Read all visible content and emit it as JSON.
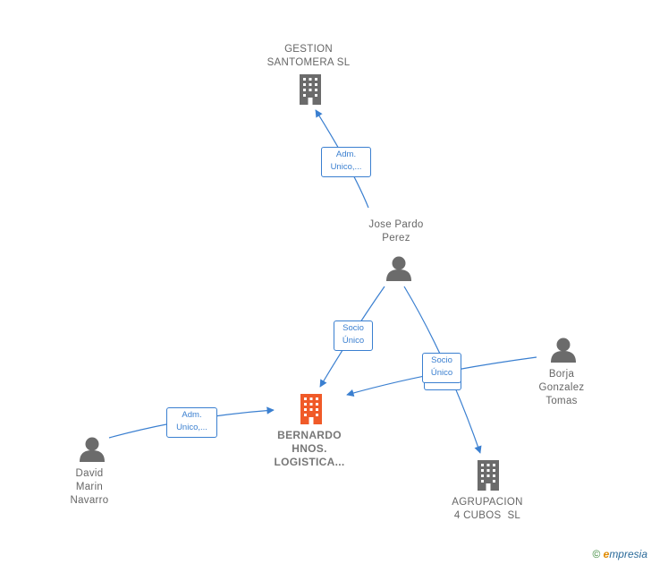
{
  "nodes": {
    "gestion": {
      "label_line1": "GESTION",
      "label_line2": "SANTOMERA SL",
      "type": "company",
      "color": "#6b6b6b"
    },
    "jose": {
      "label_line1": "Jose Pardo",
      "label_line2": "Perez",
      "type": "person",
      "color": "#6b6b6b"
    },
    "bernardo": {
      "label_line1": "BERNARDO",
      "label_line2": "HNOS.",
      "label_line3": "LOGISTICA...",
      "type": "company-main",
      "color": "#f05a28"
    },
    "borja": {
      "label_line1": "Borja",
      "label_line2": "Gonzalez",
      "label_line3": "Tomas",
      "type": "person",
      "color": "#6b6b6b"
    },
    "david": {
      "label_line1": "David",
      "label_line2": "Marin",
      "label_line3": "Navarro",
      "type": "person",
      "color": "#6b6b6b"
    },
    "agrupacion": {
      "label_line1": "AGRUPACION",
      "label_line2": "4 CUBOS  SL",
      "type": "company",
      "color": "#6b6b6b"
    }
  },
  "edges": {
    "jose_gestion": {
      "line1": "Adm.",
      "line2": "Unico,..."
    },
    "jose_bernardo": {
      "line1": "Socio",
      "line2": "Único"
    },
    "borja_bernardo": {
      "line1": "Socio",
      "line2": "Único"
    },
    "david_bernardo": {
      "line1": "Adm.",
      "line2": "Unico,..."
    }
  },
  "edge_color": "#3a7fd0",
  "watermark": {
    "symbol": "©",
    "brand_initial": "e",
    "brand_rest": "mpresia"
  }
}
